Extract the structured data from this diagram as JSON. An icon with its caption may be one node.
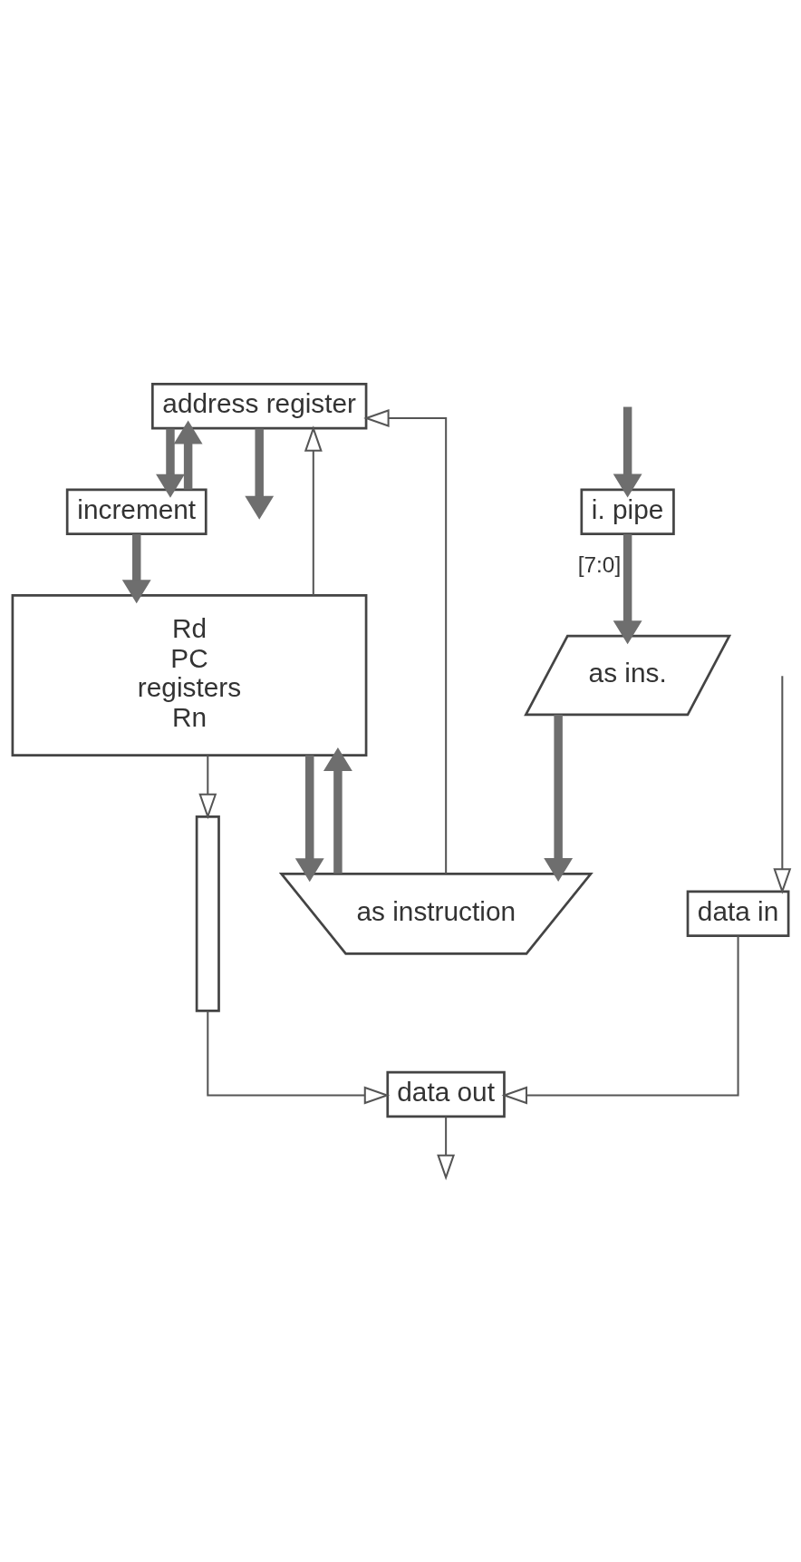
{
  "diagram": {
    "nodes": [
      {
        "text": [
          "address register"
        ]
      },
      {
        "text": [
          "increment"
        ]
      },
      {
        "text": [
          "Rd",
          "PC",
          "registers",
          "Rn"
        ]
      },
      {
        "text": [],
        "shape": "bar"
      },
      {
        "text": [
          "as ins."
        ]
      },
      {
        "text": [
          "as instruction"
        ]
      },
      {
        "text": [
          "data out"
        ]
      },
      {
        "text": [
          "data in"
        ]
      },
      {
        "text": [
          "i. pipe"
        ]
      }
    ],
    "edges": [
      {
        "from": 0,
        "to": null,
        "arrow": "to",
        "color": "#6e6e6e"
      },
      {
        "from": 0,
        "to": 1,
        "arrow": "to",
        "color": "#6e6e6e"
      },
      {
        "from": 1,
        "to": 0,
        "arrow": "to",
        "color": "#6e6e6e"
      },
      {
        "from": 1,
        "to": 2,
        "arrow": "to",
        "color": "#6e6e6e"
      },
      {
        "from": 2,
        "to": 0,
        "arrow": "to"
      },
      {
        "from": 5,
        "to": 0,
        "arrow": "to"
      },
      {
        "from": 5,
        "to": 2,
        "arrow": "to",
        "color": "#6e6e6e"
      },
      {
        "from": 2,
        "to": 5,
        "arrow": "to",
        "color": "#6e6e6e"
      },
      {
        "from": 2,
        "to": 3,
        "arrow": "to"
      },
      {
        "from": 4,
        "to": 5,
        "arrow": "to",
        "color": "#6e6e6e"
      },
      {
        "from": 8,
        "to": 4,
        "arrow": "to",
        "label": "[7:0]",
        "color": "#6e6e6e"
      },
      {
        "from": 3,
        "to": 6,
        "arrow": "to"
      },
      {
        "from": 7,
        "to": 6,
        "arrow": "to"
      },
      {
        "from": 6,
        "to": null,
        "arrow": "to"
      },
      {
        "from": null,
        "to": 7,
        "arrow": "to"
      },
      {
        "from": null,
        "to": 8,
        "arrow": "to",
        "color": "#6e6e6e"
      }
    ]
  }
}
